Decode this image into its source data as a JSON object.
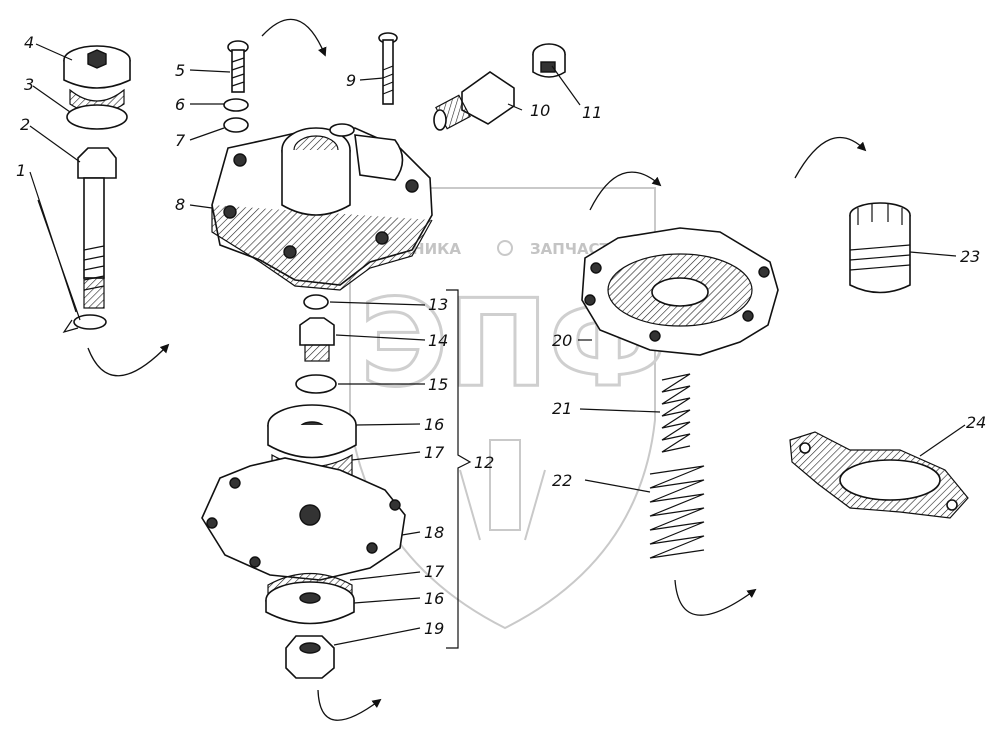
{
  "watermark": {
    "brand_left": "ТЕХНИКА",
    "brand_right": "ЗАПЧАСТИ",
    "monogram": "ЭПФ"
  },
  "labels": [
    "1",
    "2",
    "3",
    "4",
    "5",
    "6",
    "7",
    "8",
    "9",
    "10",
    "11",
    "12",
    "13",
    "14",
    "15",
    "16",
    "17",
    "16",
    "17",
    "18",
    "19",
    "20",
    "21",
    "22",
    "23",
    "24"
  ]
}
